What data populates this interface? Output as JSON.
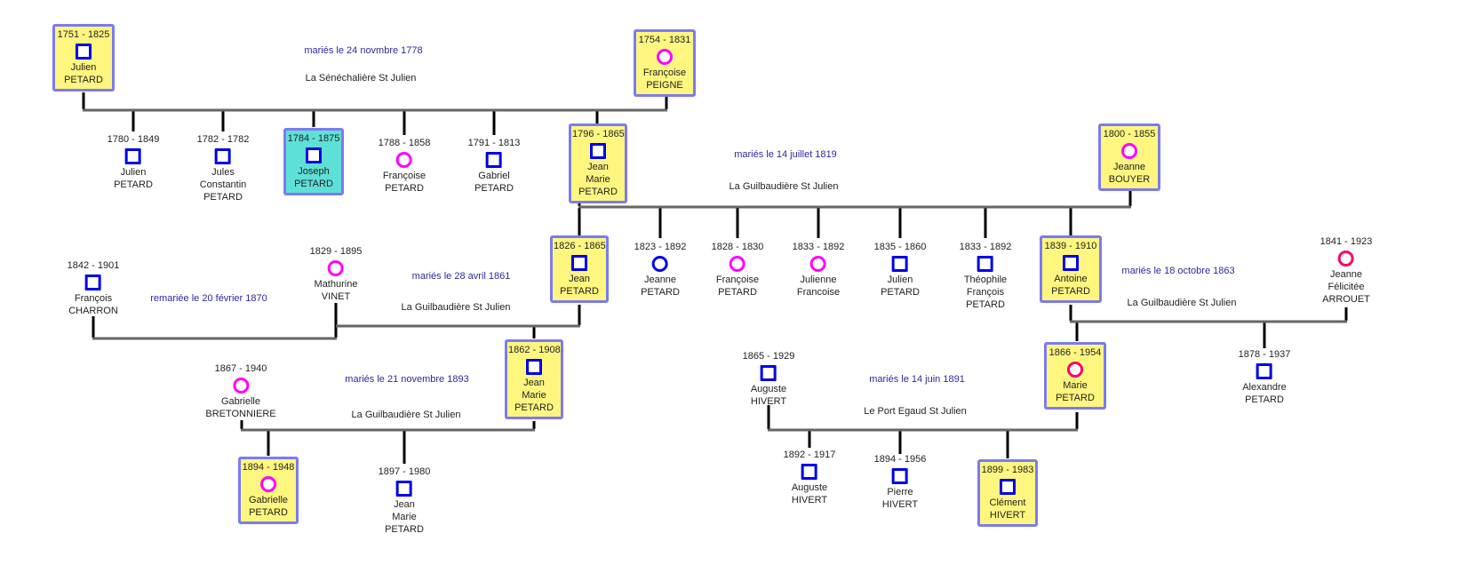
{
  "colors": {
    "box_fill": "#fff680",
    "selected_fill": "#5ee0d6",
    "box_border": "#7b7bf0",
    "male": "#0000e6",
    "female": "#ff00ff",
    "marriage_text": "#2a2aa0",
    "line": "#666666"
  },
  "people": {
    "p1": {
      "dates": "1751 - 1825",
      "first": "Julien",
      "last": "PETARD",
      "sex": "male"
    },
    "p2": {
      "dates": "1754 - 1831",
      "first": "Françoise",
      "last": "PEIGNE",
      "sex": "female"
    },
    "c1": {
      "dates": "1780 - 1849",
      "first": "Julien",
      "last": "PETARD",
      "sex": "male"
    },
    "c2": {
      "dates": "1782 - 1782",
      "first": "Jules",
      "middle": "Constantin",
      "last": "PETARD",
      "sex": "male"
    },
    "c3": {
      "dates": "1784 - 1875",
      "first": "Joseph",
      "last": "PETARD",
      "sex": "male",
      "selected": true
    },
    "c4": {
      "dates": "1788 - 1858",
      "first": "Françoise",
      "last": "PETARD",
      "sex": "female"
    },
    "c5": {
      "dates": "1791 - 1813",
      "first": "Gabriel",
      "last": "PETARD",
      "sex": "male"
    },
    "c6": {
      "dates": "1796 - 1865",
      "first": "Jean",
      "middle": "Marie",
      "last": "PETARD",
      "sex": "male"
    },
    "s6": {
      "dates": "1800 - 1855",
      "first": "Jeanne",
      "last": "BOUYER",
      "sex": "female"
    },
    "g1": {
      "dates": "1826 - 1865",
      "first": "Jean",
      "last": "PETARD",
      "sex": "male"
    },
    "g2": {
      "dates": "1823 - 1892",
      "first": "Jeanne",
      "last": "PETARD",
      "sex": "unknown"
    },
    "g3": {
      "dates": "1828 - 1830",
      "first": "Françoise",
      "last": "PETARD",
      "sex": "female"
    },
    "g4": {
      "dates": "1833 - 1892",
      "first": "Julienne",
      "last": "Francoise",
      "sex": "female"
    },
    "g5": {
      "dates": "1835 - 1860",
      "first": "Julien",
      "last": "PETARD",
      "sex": "male"
    },
    "g6": {
      "dates": "1833 - 1892",
      "first": "Théophile",
      "middle": "François",
      "last": "PETARD",
      "sex": "male"
    },
    "g7": {
      "dates": "1839 - 1910",
      "first": "Antoine",
      "last": "PETARD",
      "sex": "male"
    },
    "mv": {
      "dates": "1829 - 1895",
      "first": "Mathurine",
      "last": "VINET",
      "sex": "female"
    },
    "fc": {
      "dates": "1842 - 1901",
      "first": "François",
      "last": "CHARRON",
      "sex": "male"
    },
    "ja": {
      "dates": "1841 - 1923",
      "first": "Jeanne",
      "middle": "Félicitée",
      "last": "ARROUET",
      "sex": "female"
    },
    "h1": {
      "dates": "1862 - 1908",
      "first": "Jean",
      "middle": "Marie",
      "last": "PETARD",
      "sex": "male"
    },
    "gb": {
      "dates": "1867 - 1940",
      "first": "Gabrielle",
      "last": "BRETONNIERE",
      "sex": "female"
    },
    "ah": {
      "dates": "1865 - 1929",
      "first": "Auguste",
      "last": "HIVERT",
      "sex": "male"
    },
    "mp": {
      "dates": "1866 - 1954",
      "first": "Marie",
      "last": "PETARD",
      "sex": "female-red"
    },
    "ap": {
      "dates": "1878 - 1937",
      "first": "Alexandre",
      "last": "PETARD",
      "sex": "male"
    },
    "k1": {
      "dates": "1894 - 1948",
      "first": "Gabrielle",
      "last": "PETARD",
      "sex": "female"
    },
    "k2": {
      "dates": "1897 - 1980",
      "first": "Jean",
      "middle": "Marie",
      "last": "PETARD",
      "sex": "male"
    },
    "k3": {
      "dates": "1892 - 1917",
      "first": "Auguste",
      "last": "HIVERT",
      "sex": "male"
    },
    "k4": {
      "dates": "1894 - 1956",
      "first": "Pierre",
      "last": "HIVERT",
      "sex": "male"
    },
    "k5": {
      "dates": "1899 - 1983",
      "first": "Clément",
      "last": "HIVERT",
      "sex": "male"
    }
  },
  "marriages": {
    "m1": {
      "date": "mariés le 24 novmbre 1778",
      "place": "La Sénéchalière St Julien"
    },
    "m2": {
      "date": "mariés le 14 juillet 1819",
      "place": "La Guilbaudière St Julien"
    },
    "m3": {
      "date": "mariés le 28 avril 1861",
      "place": "La Guilbaudière St Julien"
    },
    "m3b": {
      "date": "remariée le 20 février 1870"
    },
    "m4": {
      "date": "mariés le 18 octobre 1863",
      "place": "La Guilbaudière St Julien"
    },
    "m5": {
      "date": "mariés le 21 novembre 1893",
      "place": "La Guilbaudière St Julien"
    },
    "m6": {
      "date": "mariés le 14 juin 1891",
      "place": "Le Port Egaud St Julien"
    }
  }
}
